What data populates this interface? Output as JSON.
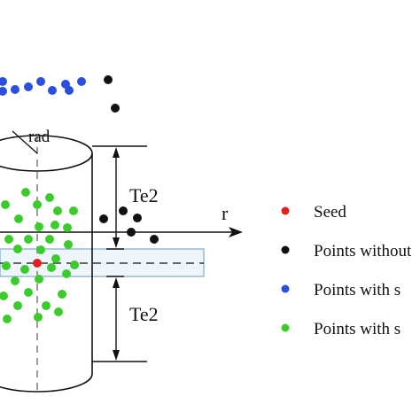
{
  "labels": {
    "radius": "rad",
    "height_upper": "Te2",
    "height_lower": "Te2",
    "axis_r": "r"
  },
  "legend": {
    "items": [
      {
        "label": "Seed",
        "color": "#e02020"
      },
      {
        "label": "Points without",
        "color": "#111111"
      },
      {
        "label": "Points with s",
        "color": "#2a4ee0"
      },
      {
        "label": "Points with s",
        "color": "#3bcc2c"
      }
    ]
  },
  "colors": {
    "seed": "#e02020",
    "black_point": "#111111",
    "blue_point": "#2a4ee0",
    "green_point": "#3bcc2c",
    "slab_fill": "#eef5fb",
    "slab_stroke": "#7fa9cc",
    "line": "#111111",
    "axis_dash": "#666666"
  }
}
